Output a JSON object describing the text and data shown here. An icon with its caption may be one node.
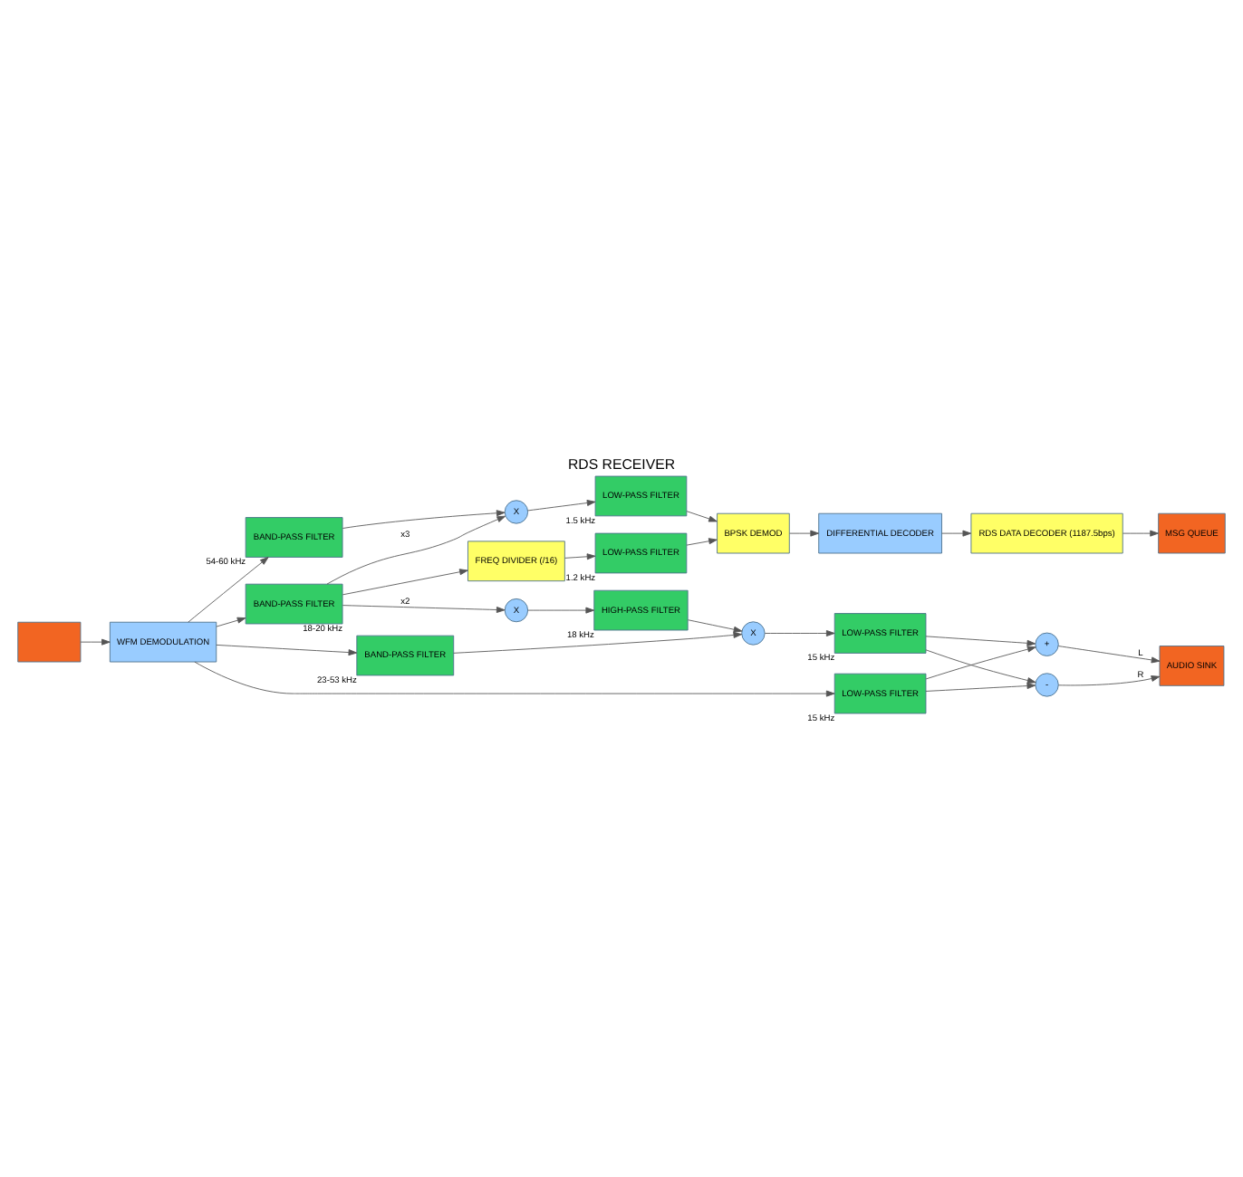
{
  "diagram": {
    "title": "RDS RECEIVER",
    "nodes": [
      {
        "text": [],
        "shape": "box"
      },
      {
        "text": [
          "WFM DEMODULATION"
        ]
      },
      {
        "text": [
          "BAND-PASS FILTER"
        ],
        "beside": [
          "54-60 kHz"
        ]
      },
      {
        "text": [
          "BAND-PASS FILTER"
        ],
        "beside": [
          "18-20 kHz"
        ]
      },
      {
        "text": [
          "BAND-PASS FILTER"
        ],
        "beside": [
          "23-53 kHz"
        ]
      },
      {
        "text": [
          "LOW-PASS FILTER"
        ],
        "beside": [
          "15 kHz"
        ]
      },
      {
        "text": [
          "X"
        ]
      },
      {
        "text": [
          "LOW-PASS FILTER"
        ],
        "beside": [
          "1.5 kHz"
        ]
      },
      {
        "text": [
          "FREQ DIVIDER (/16)"
        ]
      },
      {
        "text": [
          "LOW-PASS FILTER"
        ],
        "beside": [
          "1.2 kHz"
        ]
      },
      {
        "text": [
          "BPSK DEMOD"
        ]
      },
      {
        "text": [
          "DIFFERENTIAL DECODER"
        ]
      },
      {
        "text": [
          "RDS DATA DECODER (1187.5bps)"
        ]
      },
      {
        "text": [
          "MSG QUEUE"
        ]
      },
      {
        "text": [
          "X"
        ]
      },
      {
        "text": [
          "HIGH-PASS FILTER"
        ],
        "beside": [
          "18 kHz"
        ]
      },
      {
        "text": [
          "X"
        ]
      },
      {
        "text": [
          "LOW-PASS FILTER"
        ],
        "beside": [
          "15 kHz"
        ]
      },
      {
        "text": [
          "+"
        ]
      },
      {
        "text": [
          "-"
        ]
      },
      {
        "text": [
          "AUDIO SINK"
        ]
      }
    ],
    "edges": [
      {
        "from": 0,
        "to": 1,
        "arrow": "to"
      },
      {
        "from": 1,
        "to": 2,
        "arrow": "to"
      },
      {
        "from": 1,
        "to": 3,
        "arrow": "to"
      },
      {
        "from": 1,
        "to": 4,
        "arrow": "to"
      },
      {
        "from": 1,
        "to": 5,
        "arrow": "to"
      },
      {
        "from": 2,
        "to": 6,
        "arrow": "to"
      },
      {
        "from": 3,
        "to": 6,
        "arrow": "to",
        "label": "x3"
      },
      {
        "from": 6,
        "to": 7,
        "arrow": "to"
      },
      {
        "from": 7,
        "to": 10,
        "arrow": "to"
      },
      {
        "from": 3,
        "to": 8,
        "arrow": "to"
      },
      {
        "from": 8,
        "to": 9,
        "arrow": "to"
      },
      {
        "from": 9,
        "to": 10,
        "arrow": "to"
      },
      {
        "from": 10,
        "to": 11,
        "arrow": "to"
      },
      {
        "from": 11,
        "to": 12,
        "arrow": "to"
      },
      {
        "from": 12,
        "to": 13,
        "arrow": "to"
      },
      {
        "from": 3,
        "to": 14,
        "arrow": "to",
        "label": "x2"
      },
      {
        "from": 14,
        "to": 15,
        "arrow": "to"
      },
      {
        "from": 15,
        "to": 16,
        "arrow": "to"
      },
      {
        "from": 4,
        "to": 16,
        "arrow": "to"
      },
      {
        "from": 16,
        "to": 17,
        "arrow": "to"
      },
      {
        "from": 17,
        "to": 18,
        "arrow": "to"
      },
      {
        "from": 17,
        "to": 19,
        "arrow": "to"
      },
      {
        "from": 5,
        "to": 18,
        "arrow": "to"
      },
      {
        "from": 5,
        "to": 19,
        "arrow": "to"
      },
      {
        "from": 18,
        "to": 20,
        "arrow": "to",
        "label": "L"
      },
      {
        "from": 19,
        "to": 20,
        "arrow": "to",
        "label": "R"
      }
    ]
  }
}
